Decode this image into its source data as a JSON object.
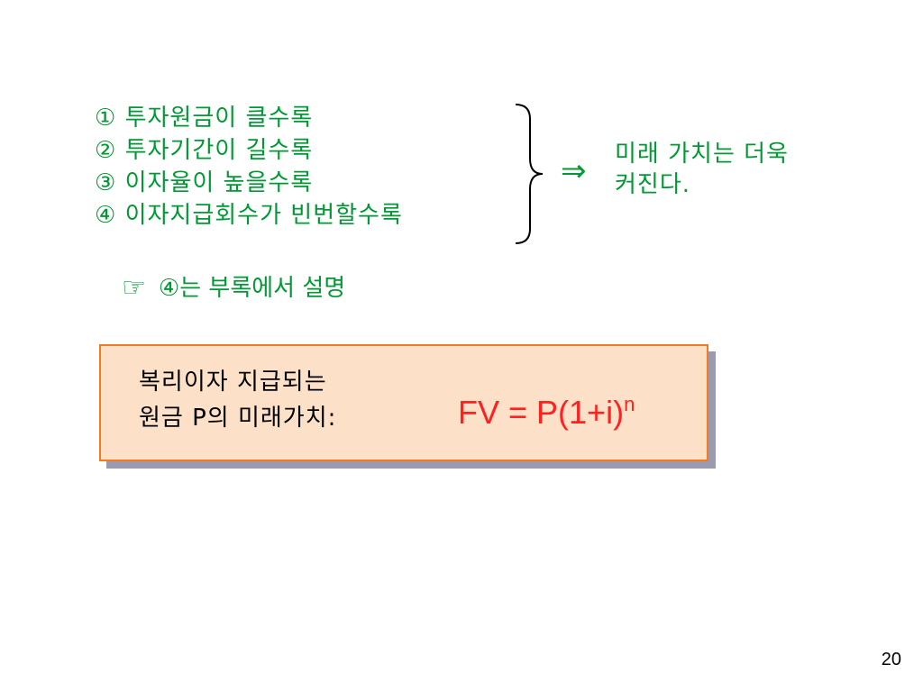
{
  "conditions": [
    "① 투자원금이 클수록",
    "② 투자기간이 길수록",
    "③ 이자율이 높을수록",
    "④ 이자지급회수가 빈번할수록"
  ],
  "arrow_symbol": "⇒",
  "result": {
    "line1": "미래 가치는 더욱",
    "line2": "커진다."
  },
  "note": {
    "icon": "pointing-hand-icon",
    "icon_glyph": "☞",
    "text": "④는 부록에서 설명"
  },
  "formula_box": {
    "label_line1": "복리이자 지급되는",
    "label_line2": "원금  P의 미래가치:",
    "formula_base": "FV = P(1+i)",
    "formula_exponent": "n"
  },
  "page_number": "20",
  "colors": {
    "text_green": "#009933",
    "formula_red": "#ff2020",
    "box_fill": "#fde0c8",
    "box_border": "#f47a20",
    "box_shadow": "#9a9ab0"
  }
}
